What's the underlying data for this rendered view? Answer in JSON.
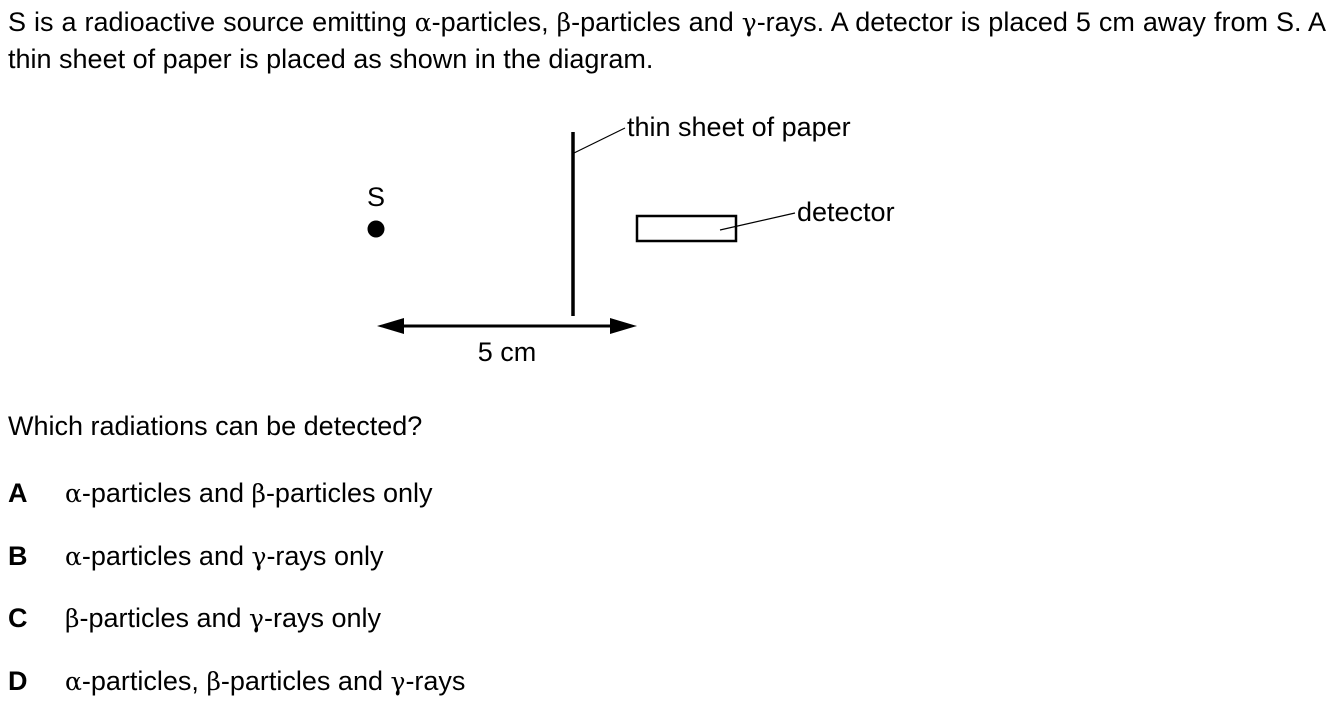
{
  "stem": {
    "p1": "S is a radioactive source emitting ",
    "g1": "α",
    "p2": "-particles, ",
    "g2": "β",
    "p3": "-particles and ",
    "g3": "γ",
    "p4": "-rays. A detector is placed 5 cm away from S. A thin sheet of paper is placed as shown in the diagram."
  },
  "diagram": {
    "source_label": "S",
    "paper_label": "thin sheet of paper",
    "detector_label": "detector",
    "distance_label": "5 cm"
  },
  "question": "Which radiations can be detected?",
  "options": [
    {
      "letter": "A",
      "parts": [
        {
          "greek": "α",
          "text": "-particles and "
        },
        {
          "greek": "β",
          "text": "-particles only"
        }
      ]
    },
    {
      "letter": "B",
      "parts": [
        {
          "greek": "α",
          "text": "-particles and "
        },
        {
          "greek": "γ",
          "text": "-rays only"
        }
      ]
    },
    {
      "letter": "C",
      "parts": [
        {
          "greek": "β",
          "text": "-particles and "
        },
        {
          "greek": "γ",
          "text": "-rays only"
        }
      ]
    },
    {
      "letter": "D",
      "parts": [
        {
          "greek": "α",
          "text": "-particles, "
        },
        {
          "greek": "β",
          "text": "-particles and "
        },
        {
          "greek": "γ",
          "text": "-rays"
        }
      ]
    }
  ]
}
